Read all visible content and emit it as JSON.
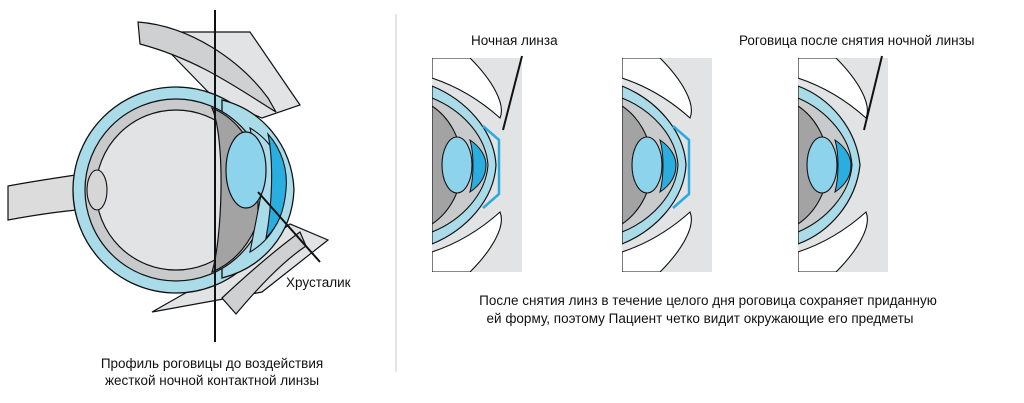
{
  "labels": {
    "night_lens": "Ночная линза",
    "cornea_after": "Роговица после снятия ночной линзы",
    "crystalline": "Хрусталик",
    "profile_line1": "Профиль роговицы до воздействия",
    "profile_line2": "жесткой ночной контактной линзы",
    "bottom_line1": "После снятия линз в течение целого дня роговица сохраняет приданную",
    "bottom_line2": "ей форму, поэтому Пациент четко видит окружающие его предметы"
  },
  "colors": {
    "sclera_blue": "#a9dbe8",
    "lens_blue": "#8dd3ec",
    "cornea_dark_blue": "#2aaee0",
    "night_lens_line": "#29abe2",
    "gray_light": "#e2e3e4",
    "gray_mid": "#cfd0d1",
    "gray_dark": "#a3a3a3",
    "outline": "#111111"
  },
  "icons": [
    "eye-cross-section",
    "cornea-closeup-with-lens",
    "cornea-closeup-reshaped"
  ]
}
